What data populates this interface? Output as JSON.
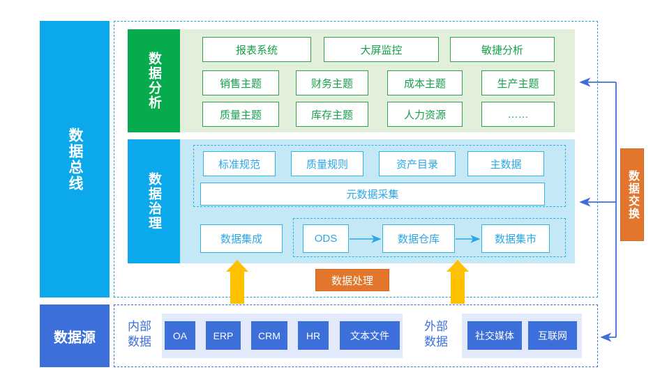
{
  "left_rail": {
    "data_bus": "数据总线",
    "data_source": "数据源"
  },
  "analysis_layer": {
    "label": "数据分析",
    "row1": [
      "报表系统",
      "大屏监控",
      "敏捷分析"
    ],
    "row2": [
      "销售主题",
      "财务主题",
      "成本主题",
      "生产主题"
    ],
    "row3": [
      "质量主题",
      "库存主题",
      "人力资源",
      "……"
    ]
  },
  "governance_layer": {
    "label": "数据治理",
    "row1": [
      "标准规范",
      "质量规则",
      "资产目录",
      "主数据"
    ],
    "metadata": "元数据采集",
    "integration": "数据集成",
    "pipeline": [
      "ODS",
      "数据仓库",
      "数据集市"
    ]
  },
  "process_badge": "数据处理",
  "exchange_badge": "数据交换",
  "source_layer": {
    "internal_label": "内部\n数据",
    "internal_label_line1": "内部",
    "internal_label_line2": "数据",
    "internal_items": [
      "OA",
      "ERP",
      "CRM",
      "HR",
      "文本文件"
    ],
    "external_label_line1": "外部",
    "external_label_line2": "数据",
    "external_items": [
      "社交媒体",
      "互联网"
    ]
  },
  "colors": {
    "bus_blue": "#0BA9EC",
    "source_blue": "#3D6FDB",
    "analysis_green": "#06AB4D",
    "analysis_panel": "#E2EFDA",
    "governance_panel": "#C5E8F7",
    "orange": "#E2762C",
    "arrow_yellow": "#FFC000",
    "arrow_blue": "#3D6FDB",
    "box_green_border": "#2BA24C",
    "box_blue_border": "#2BB3EA"
  }
}
